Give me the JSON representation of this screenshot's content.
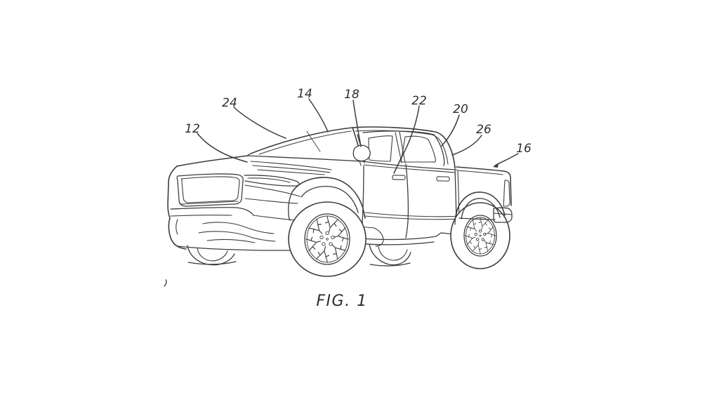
{
  "figure": {
    "caption": "FIG. 1"
  },
  "reference_labels": [
    {
      "ref": "12"
    },
    {
      "ref": "24"
    },
    {
      "ref": "14"
    },
    {
      "ref": "18"
    },
    {
      "ref": "22"
    },
    {
      "ref": "20"
    },
    {
      "ref": "26"
    },
    {
      "ref": "16"
    }
  ],
  "colors": {
    "line": "#3c3c3c",
    "label_text": "#2e2e2e",
    "background": "#ffffff"
  }
}
